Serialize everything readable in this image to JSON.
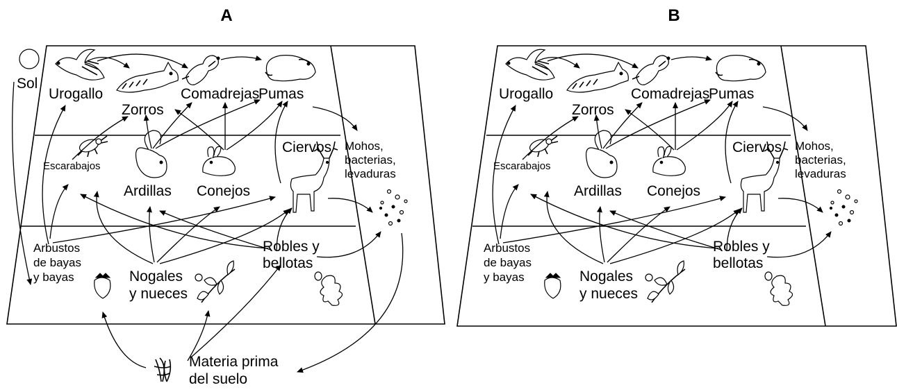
{
  "panels": [
    {
      "letter": "A",
      "labels": {
        "sun": "Sol",
        "grouse": "Urogallo",
        "foxes": "Zorros",
        "weasels": "Comadrejas",
        "cougars": "Pumas",
        "beetles": "Escarabajos",
        "squirrels": "Ardillas",
        "rabbits": "Conejos",
        "deer": "Ciervos",
        "molds": [
          "Mohos,",
          "bacterias,",
          "levaduras"
        ],
        "shrubs": [
          "Arbustos",
          "de bayas",
          "y bayas"
        ],
        "walnuts": [
          "Nogales",
          "y nueces"
        ],
        "oaks": [
          "Robles y",
          "bellotas"
        ],
        "soil": [
          "Materia prima",
          "del suelo"
        ]
      }
    },
    {
      "letter": "B",
      "labels": {
        "grouse": "Urogallo",
        "foxes": "Zorros",
        "weasels": "Comadrejas",
        "cougars": "Pumas",
        "beetles": "Escarabajos",
        "squirrels": "Ardillas",
        "rabbits": "Conejos",
        "deer": "Ciervos",
        "molds": [
          "Mohos,",
          "bacterias,",
          "levaduras"
        ],
        "shrubs": [
          "Arbustos",
          "de bayas",
          "y bayas"
        ],
        "walnuts": [
          "Nogales",
          "y nueces"
        ],
        "oaks": [
          "Robles y",
          "bellotas"
        ]
      }
    }
  ],
  "icons": [
    "sun-icon",
    "grouse-icon",
    "fox-icon",
    "weasel-icon",
    "cougar-icon",
    "beetle-icon",
    "squirrel-icon",
    "rabbit-icon",
    "deer-icon",
    "microbes-icon",
    "strawberry-icon",
    "walnut-leaf-icon",
    "oak-leaf-icon",
    "soil-icon"
  ]
}
